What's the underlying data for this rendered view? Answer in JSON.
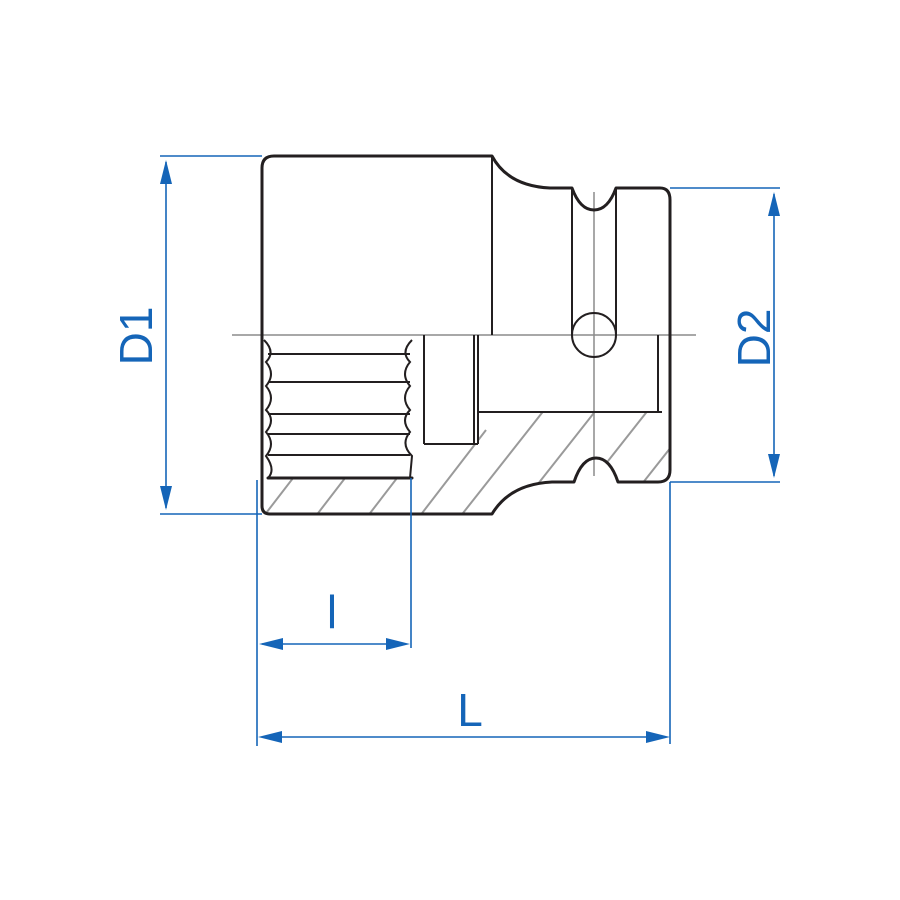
{
  "drawing": {
    "subject": "impact socket cross-section",
    "line_color": "#231f20",
    "dimension_color": "#1565b8",
    "centerline_color": "#8c8c8c",
    "hatch_color": "#9a9a9a"
  },
  "dimensions": {
    "d1": {
      "label": "D1",
      "meaning": "outer diameter of socket head"
    },
    "d2": {
      "label": "D2",
      "meaning": "outer diameter of drive end"
    },
    "l_small": {
      "label": "l",
      "meaning": "socket engagement depth"
    },
    "l_total": {
      "label": "L",
      "meaning": "overall length"
    }
  }
}
